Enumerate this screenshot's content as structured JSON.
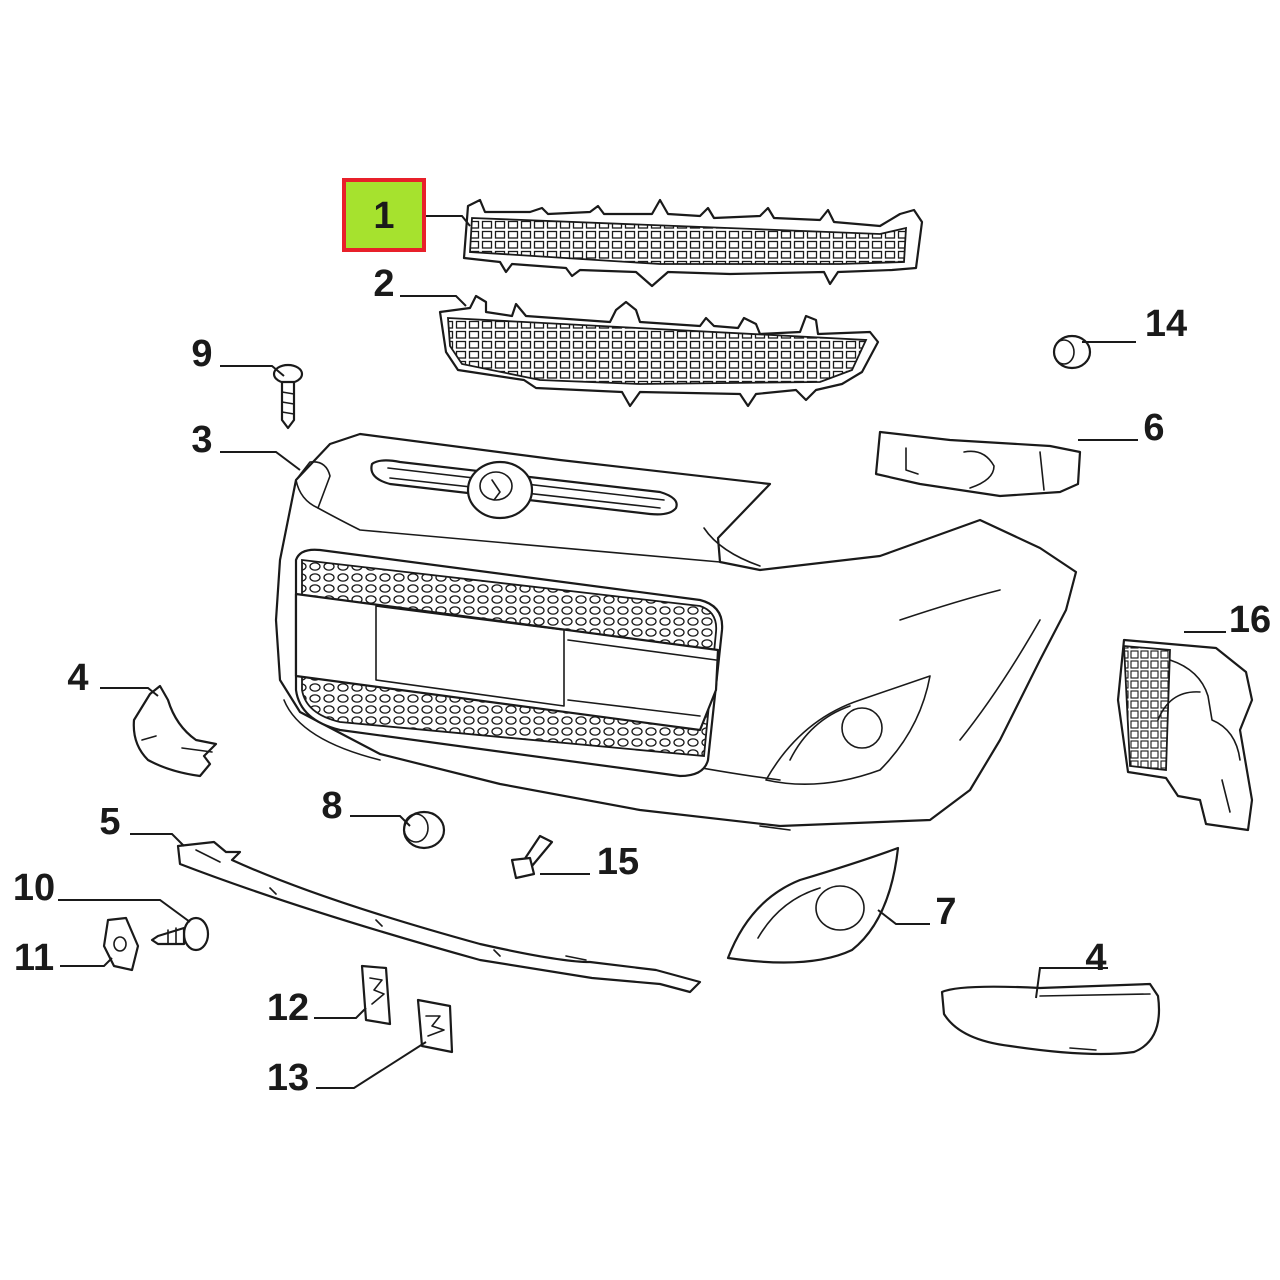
{
  "colors": {
    "line": "#1a1a1a",
    "highlight_fill": "#a6e22e",
    "highlight_border": "#e8202a"
  },
  "callouts": [
    {
      "id": "c1",
      "label": "1",
      "highlighted": true
    },
    {
      "id": "c2",
      "label": "2"
    },
    {
      "id": "c3",
      "label": "3"
    },
    {
      "id": "c4a",
      "label": "4"
    },
    {
      "id": "c4b",
      "label": "4"
    },
    {
      "id": "c5",
      "label": "5"
    },
    {
      "id": "c6",
      "label": "6"
    },
    {
      "id": "c7",
      "label": "7"
    },
    {
      "id": "c8",
      "label": "8"
    },
    {
      "id": "c9",
      "label": "9"
    },
    {
      "id": "c10",
      "label": "10"
    },
    {
      "id": "c11",
      "label": "11"
    },
    {
      "id": "c12",
      "label": "12"
    },
    {
      "id": "c13",
      "label": "13"
    },
    {
      "id": "c14",
      "label": "14"
    },
    {
      "id": "c15",
      "label": "15"
    },
    {
      "id": "c16",
      "label": "16"
    }
  ]
}
